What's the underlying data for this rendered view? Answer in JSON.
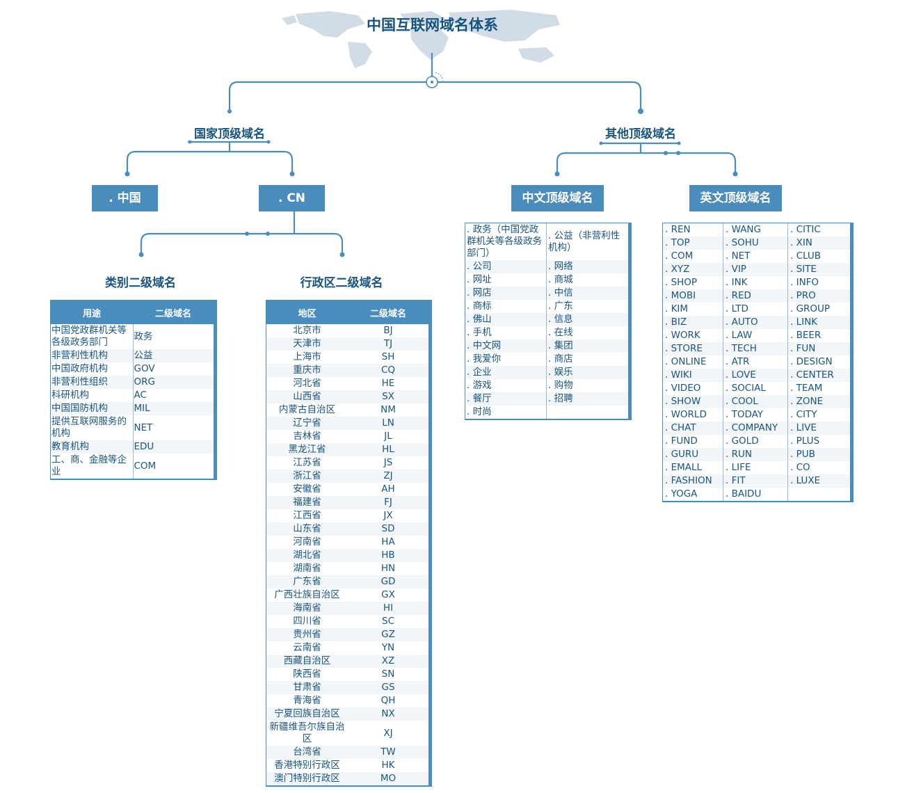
{
  "title": "中国互联网域名体系",
  "national": {
    "label": "国家顶级域名",
    "boxes": [
      ". 中国",
      ". CN"
    ]
  },
  "other": {
    "label": "其他顶级域名",
    "boxes": [
      "中文顶级域名",
      "英文顶级域名"
    ]
  },
  "cn_children": [
    "类别二级域名",
    "行政区二级域名"
  ],
  "category_table": {
    "headers": [
      "用途",
      "二级域名"
    ],
    "rows": [
      [
        "中国党政群机关等各级政务部门",
        "政务"
      ],
      [
        "非营利性机构",
        "公益"
      ],
      [
        "中国政府机构",
        "GOV"
      ],
      [
        "非营利性组织",
        "ORG"
      ],
      [
        "科研机构",
        "AC"
      ],
      [
        "中国国防机构",
        "MIL"
      ],
      [
        "提供互联网服务的机构",
        "NET"
      ],
      [
        "教育机构",
        "EDU"
      ],
      [
        "工、商、金融等企业",
        "COM"
      ]
    ]
  },
  "region_table": {
    "headers": [
      "地区",
      "二级域名"
    ],
    "rows": [
      [
        "北京市",
        "BJ"
      ],
      [
        "天津市",
        "TJ"
      ],
      [
        "上海市",
        "SH"
      ],
      [
        "重庆市",
        "CQ"
      ],
      [
        "河北省",
        "HE"
      ],
      [
        "山西省",
        "SX"
      ],
      [
        "内蒙古自治区",
        "NM"
      ],
      [
        "辽宁省",
        "LN"
      ],
      [
        "吉林省",
        "JL"
      ],
      [
        "黑龙江省",
        "HL"
      ],
      [
        "江苏省",
        "JS"
      ],
      [
        "浙江省",
        "ZJ"
      ],
      [
        "安徽省",
        "AH"
      ],
      [
        "福建省",
        "FJ"
      ],
      [
        "江西省",
        "JX"
      ],
      [
        "山东省",
        "SD"
      ],
      [
        "河南省",
        "HA"
      ],
      [
        "湖北省",
        "HB"
      ],
      [
        "湖南省",
        "HN"
      ],
      [
        "广东省",
        "GD"
      ],
      [
        "广西壮族自治区",
        "GX"
      ],
      [
        "海南省",
        "HI"
      ],
      [
        "四川省",
        "SC"
      ],
      [
        "贵州省",
        "GZ"
      ],
      [
        "云南省",
        "YN"
      ],
      [
        "西藏自治区",
        "XZ"
      ],
      [
        "陕西省",
        "SN"
      ],
      [
        "甘肃省",
        "GS"
      ],
      [
        "青海省",
        "QH"
      ],
      [
        "宁夏回族自治区",
        "NX"
      ],
      [
        "新疆维吾尔族自治区",
        "XJ"
      ],
      [
        "台湾省",
        "TW"
      ],
      [
        "香港特别行政区",
        "HK"
      ],
      [
        "澳门特别行政区",
        "MO"
      ]
    ]
  },
  "cn_tld_table": {
    "rows": [
      [
        ". 政务（中国党政群机关等各级政务部门）",
        ". 公益（非营利性机构）"
      ],
      [
        ". 公司",
        ". 网络"
      ],
      [
        ". 网址",
        ". 商城"
      ],
      [
        ". 网店",
        ". 中信"
      ],
      [
        ". 商标",
        ". 广东"
      ],
      [
        ". 佛山",
        ". 信息"
      ],
      [
        ". 手机",
        ". 在线"
      ],
      [
        ". 中文网",
        ". 集团"
      ],
      [
        ". 我爱你",
        ". 商店"
      ],
      [
        ". 企业",
        ". 娱乐"
      ],
      [
        ". 游戏",
        ". 购物"
      ],
      [
        ". 餐厅",
        ". 招聘"
      ],
      [
        ". 时尚",
        ""
      ]
    ]
  },
  "en_tld_table": {
    "rows": [
      [
        ". REN",
        ". WANG",
        ". CITIC"
      ],
      [
        ". TOP",
        ". SOHU",
        ". XIN"
      ],
      [
        ". COM",
        ". NET",
        ". CLUB"
      ],
      [
        ". XYZ",
        ". VIP",
        ". SITE"
      ],
      [
        ". SHOP",
        ". INK",
        ". INFO"
      ],
      [
        ". MOBI",
        ". RED",
        ". PRO"
      ],
      [
        ". KIM",
        ". LTD",
        ". GROUP"
      ],
      [
        ". BIZ",
        ". AUTO",
        ". LINK"
      ],
      [
        ". WORK",
        ". LAW",
        ". BEER"
      ],
      [
        ". STORE",
        ". TECH",
        ". FUN"
      ],
      [
        ". ONLINE",
        ". ATR",
        ". DESIGN"
      ],
      [
        ". WIKI",
        ". LOVE",
        ". CENTER"
      ],
      [
        ". VIDEO",
        ". SOCIAL",
        ". TEAM"
      ],
      [
        ". SHOW",
        ". COOL",
        ". ZONE"
      ],
      [
        ". WORLD",
        ". TODAY",
        ". CITY"
      ],
      [
        ". CHAT",
        ". COMPANY",
        ". LIVE"
      ],
      [
        ". FUND",
        ". GOLD",
        ". PLUS"
      ],
      [
        ". GURU",
        ". RUN",
        ". PUB"
      ],
      [
        ". EMALL",
        ". LIFE",
        ". CO"
      ],
      [
        ". FASHION",
        ". FIT",
        ". LUXE"
      ],
      [
        ". YOGA",
        ". BAIDU",
        ""
      ]
    ]
  }
}
